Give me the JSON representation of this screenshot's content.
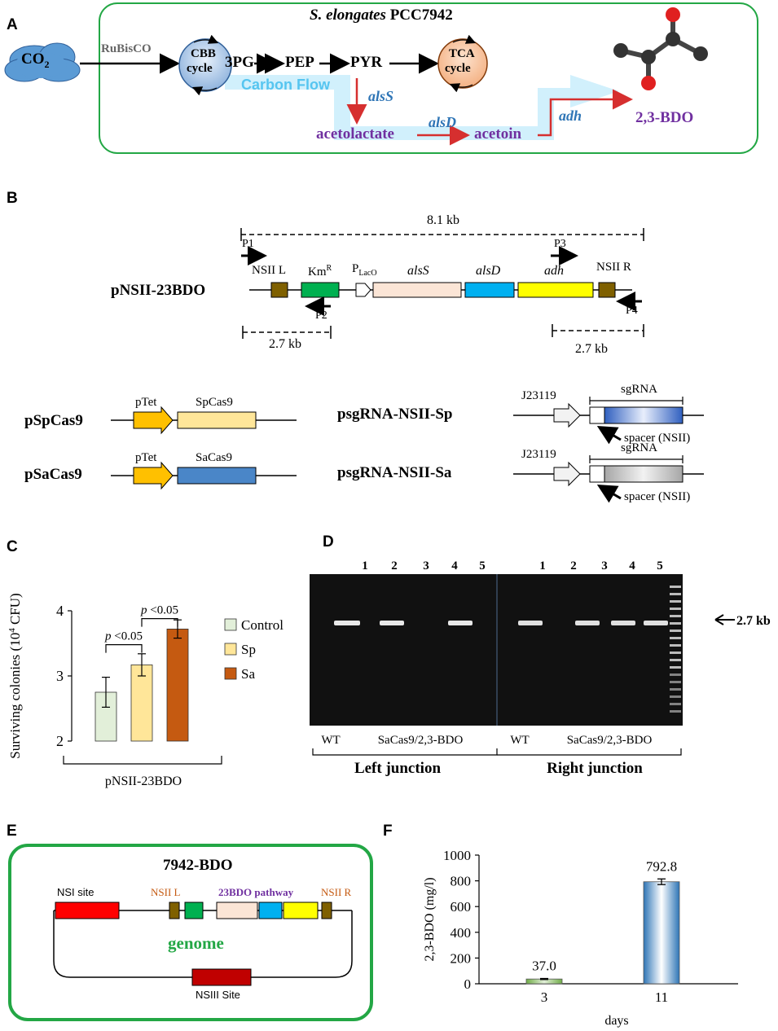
{
  "panels": {
    "a": "A",
    "b": "B",
    "c": "C",
    "d": "D",
    "e": "E",
    "f": "F"
  },
  "panelA": {
    "organism_italic": "S. elongates",
    "organism_strain": " PCC7942",
    "co2": "CO",
    "co2_sub": "2",
    "rubisco": "RuBisCO",
    "cbb_line1": "CBB",
    "cbb_line2": "cycle",
    "pg3": "3PG",
    "pep": "PEP",
    "pyr": "PYR",
    "tca_line1": "TCA",
    "tca_line2": "cycle",
    "carbon_flow": "Carbon Flow",
    "alsS": "alsS",
    "acetolactate": "acetolactate",
    "alsD": "alsD",
    "acetoin": "acetoin",
    "adh": "adh",
    "product": "2,3-BDO"
  },
  "panelB": {
    "construct": "pNSII-23BDO",
    "size_total": "8.1 kb",
    "size_left": "2.7 kb",
    "size_right": "2.7 kb",
    "p1": "P1",
    "p2": "P2",
    "p3": "P3",
    "p4": "P4",
    "nsii_l": "NSII L",
    "km": "Km",
    "km_sup": "R",
    "placo": "P",
    "placo_sub": "LacO",
    "alsS": "alsS",
    "alsD": "alsD",
    "adh": "adh",
    "nsii_r": "NSII R",
    "pspcas9": "pSpCas9",
    "psacas9": "pSaCas9",
    "ptet1": "pTet",
    "ptet2": "pTet",
    "spcas9": "SpCas9",
    "sacas9": "SaCas9",
    "psgrna_sp": "psgRNA-NSII-Sp",
    "psgrna_sa": "psgRNA-NSII-Sa",
    "j1": "J23119",
    "j2": "J23119",
    "sgrna1": "sgRNA",
    "sgrna2": "sgRNA",
    "spacer1": "spacer (NSII)",
    "spacer2": "spacer (NSII)"
  },
  "panelD": {
    "lanes_left": [
      "1",
      "2",
      "3",
      "4",
      "5"
    ],
    "lanes_right": [
      "1",
      "2",
      "3",
      "4",
      "5"
    ],
    "band_label": "2.7 kb",
    "wt_left": "WT",
    "sacas_left": "SaCas9/2,3-BDO",
    "wt_right": "WT",
    "sacas_right": "SaCas9/2,3-BDO",
    "left_junction": "Left junction",
    "right_junction": "Right junction"
  },
  "panelE": {
    "title": "7942-BDO",
    "nsi": "NSI site",
    "nsii_l": "NSII L",
    "pathway": "23BDO pathway",
    "nsii_r": "NSII R",
    "genome": "genome",
    "nsiii": "NSIII Site"
  },
  "colors": {
    "green_frame": "#23a745",
    "cloud": "#5b9bd5",
    "red_arrow": "#d62f2f",
    "purple": "#7030a0",
    "blue_label": "#2e75b6",
    "carbon_flow": "#56c5f0",
    "control": "#e2efd9",
    "sp": "#ffe699",
    "sa": "#c55a11",
    "nsii_brown": "#7f6000",
    "km_green": "#00b050",
    "alsS_pink": "#fbe5d6",
    "alsD_cyan": "#00b0f0",
    "adh_yellow": "#ffff00",
    "ptet_orange": "#ffc000",
    "spcas9_fill": "#ffe699",
    "sacas9_fill": "#4a86c8",
    "nsi_red": "#ff0000",
    "nsiii_red": "#c00000"
  },
  "chart_data": [
    {
      "type": "bar",
      "panel": "C",
      "categories": [
        "Control",
        "Sp",
        "Sa"
      ],
      "values": [
        2.75,
        3.17,
        3.72
      ],
      "errors": [
        0.23,
        0.17,
        0.14
      ],
      "ylabel": "Surviving colonies (10",
      "ylabel_sup": "4",
      "ylabel_end": " CFU)",
      "xlabel": "pNSII-23BDO",
      "ylim": [
        2,
        4
      ],
      "yticks": [
        "2",
        "3",
        "4"
      ],
      "legend": [
        "Control",
        "Sp",
        "Sa"
      ],
      "legend_placement": "right",
      "annotations": [
        {
          "text_italic": "p",
          "text": " <0.05",
          "between": [
            "Control",
            "Sp"
          ]
        },
        {
          "text_italic": "p",
          "text": " <0.05",
          "between": [
            "Sp",
            "Sa"
          ]
        }
      ]
    },
    {
      "type": "bar",
      "panel": "F",
      "categories": [
        "3",
        "11"
      ],
      "values": [
        37.0,
        792.8
      ],
      "errors": [
        4,
        22
      ],
      "data_labels": [
        "37.0",
        "792.8"
      ],
      "ylabel": "2,3-BDO (mg/l)",
      "xlabel": "days",
      "ylim": [
        0,
        1000
      ],
      "yticks": [
        "0",
        "200",
        "400",
        "600",
        "800",
        "1000"
      ]
    }
  ]
}
